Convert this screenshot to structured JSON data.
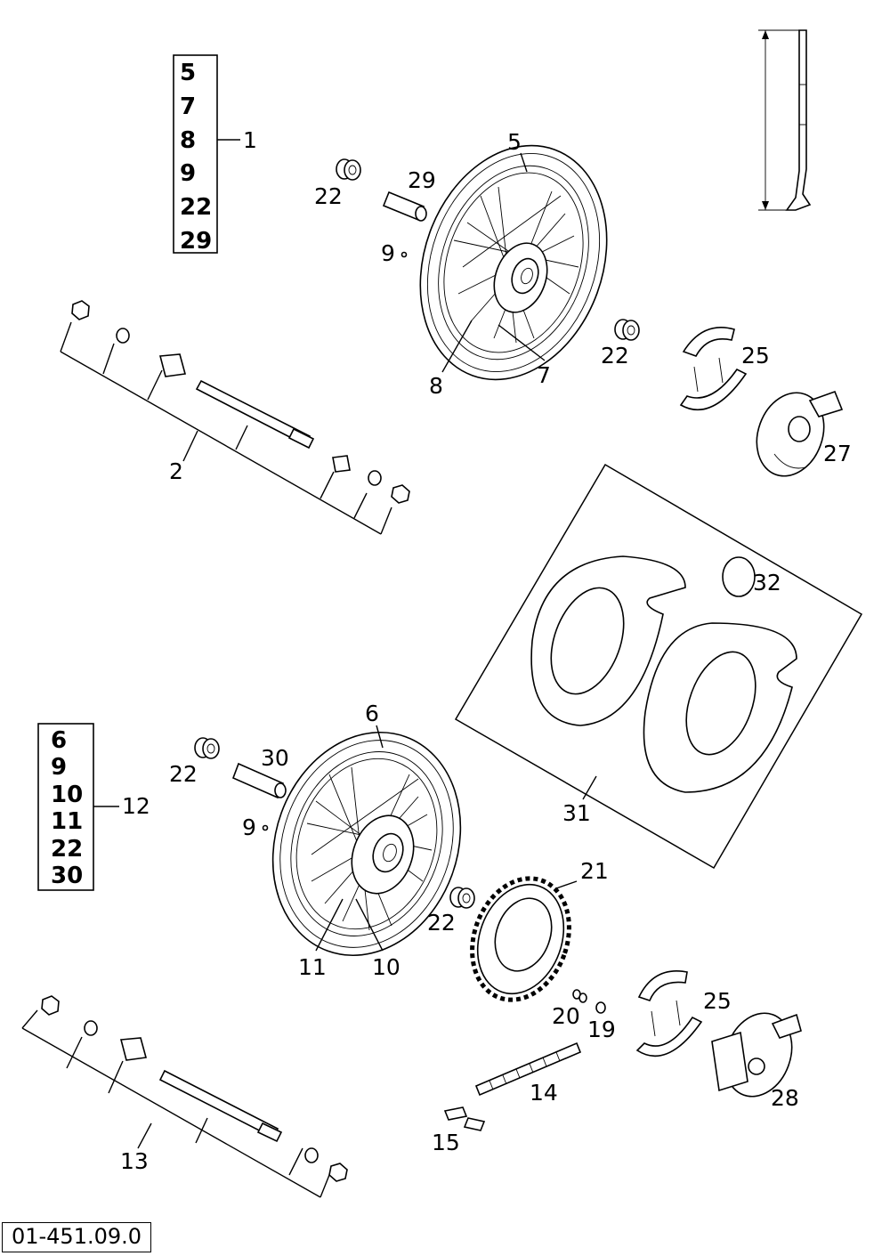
{
  "document_id": "01-451.09.0",
  "front_kit": {
    "items": [
      "5",
      "7",
      "8",
      "9",
      "22",
      "29"
    ],
    "label": "1"
  },
  "rear_kit": {
    "items": [
      "6",
      "9",
      "10",
      "11",
      "22",
      "30"
    ],
    "label": "12"
  },
  "callouts": {
    "front_axle": "2",
    "front_wheel": "5",
    "front_spokes_a": "7",
    "front_spokes_b": "8",
    "front_nipple": "9",
    "front_bearing_left": "22",
    "front_spacer": "29",
    "front_bearing_right": "22",
    "front_brake_shoes": "25",
    "front_brake_plate": "27",
    "rim_tape": "31",
    "rim_band": "32",
    "rear_wheel": "6",
    "rear_bearing_left": "22",
    "rear_spacer": "30",
    "rear_nipple": "9",
    "rear_spokes_a": "11",
    "rear_spokes_b": "10",
    "rear_bearing_right": "22",
    "sprocket": "21",
    "sprocket_bolt": "19",
    "sprocket_nut": "20",
    "rear_brake_shoes": "25",
    "rear_brake_plate": "28",
    "chain": "14",
    "chain_link": "15",
    "rear_axle": "13"
  }
}
